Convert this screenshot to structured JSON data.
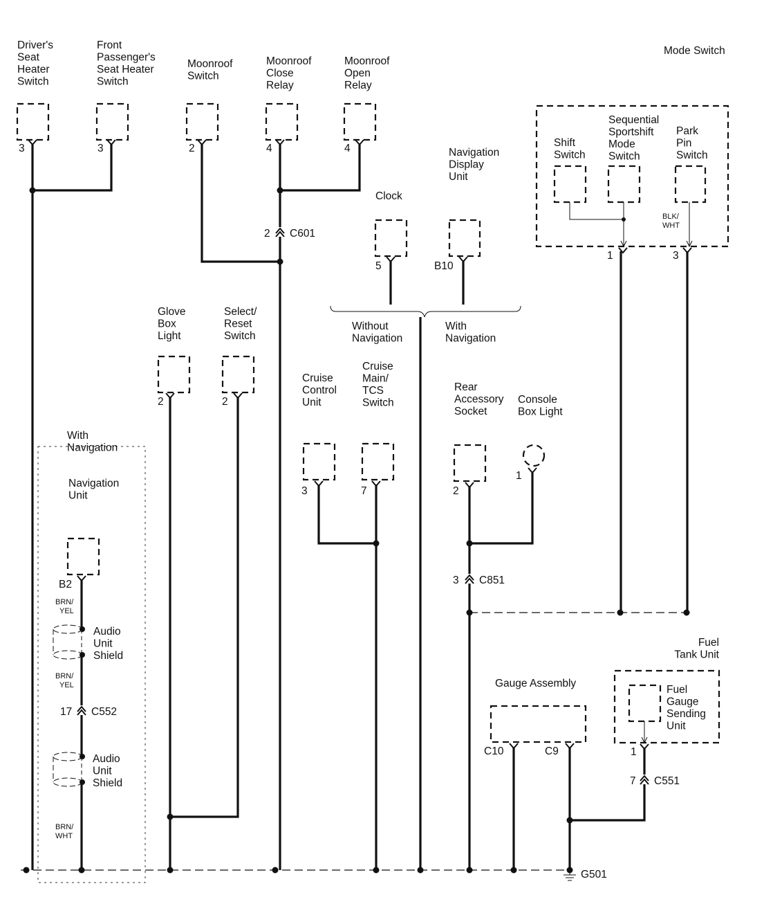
{
  "components": {
    "drivers_seat_heater_switch": {
      "label": [
        "Driver's",
        "Seat",
        "Heater",
        "Switch"
      ],
      "pin": "3"
    },
    "front_passenger_seat_heater_switch": {
      "label": [
        "Front",
        "Passenger's",
        "Seat Heater",
        "Switch"
      ],
      "pin": "3"
    },
    "moonroof_switch": {
      "label": [
        "Moonroof",
        "Switch"
      ],
      "pin": "2"
    },
    "moonroof_close_relay": {
      "label": [
        "Moonroof",
        "Close",
        "Relay"
      ],
      "pin": "4"
    },
    "moonroof_open_relay": {
      "label": [
        "Moonroof",
        "Open",
        "Relay"
      ],
      "pin": "4"
    },
    "navigation_display_unit": {
      "label": [
        "Navigation",
        "Display",
        "Unit"
      ],
      "pin": "B10"
    },
    "clock": {
      "label": [
        "Clock"
      ],
      "pin": "5"
    },
    "mode_switch": {
      "label": [
        "Mode Switch"
      ],
      "shift_switch": [
        "Shift",
        "Switch"
      ],
      "sequential_sportshift_mode_switch": [
        "Sequential",
        "Sportshift",
        "Mode",
        "Switch"
      ],
      "park_pin_switch": [
        "Park",
        "Pin",
        "Switch"
      ],
      "wire_color": [
        "BLK/",
        "WHT"
      ],
      "pins": [
        "1",
        "3"
      ]
    },
    "glove_box_light": {
      "label": [
        "Glove",
        "Box",
        "Light"
      ],
      "pin": "2"
    },
    "select_reset_switch": {
      "label": [
        "Select/",
        "Reset",
        "Switch"
      ],
      "pin": "2"
    },
    "cruise_control_unit": {
      "label": [
        "Cruise",
        "Control",
        "Unit"
      ],
      "pin": "3"
    },
    "cruise_main_tcs_switch": {
      "label": [
        "Cruise",
        "Main/",
        "TCS",
        "Switch"
      ],
      "pin": "7"
    },
    "rear_accessory_socket": {
      "label": [
        "Rear",
        "Accessory",
        "Socket"
      ],
      "pin": "2"
    },
    "console_box_light": {
      "label": [
        "Console",
        "Box Light"
      ],
      "pin": "1"
    },
    "navigation_unit": {
      "group_label": [
        "With",
        "Navigation"
      ],
      "label": [
        "Navigation",
        "Unit"
      ],
      "pin": "B2",
      "wire_colors": [
        [
          "BRN/",
          "YEL"
        ],
        [
          "BRN/",
          "YEL"
        ],
        [
          "BRN/",
          "WHT"
        ]
      ],
      "shield_label": [
        "Audio",
        "Unit",
        "Shield"
      ]
    },
    "gauge_assembly": {
      "label": [
        "Gauge Assembly"
      ],
      "pins": [
        "C10",
        "C9"
      ]
    },
    "fuel_tank_unit": {
      "label": [
        "Fuel",
        "Tank Unit"
      ],
      "inner_label": [
        "Fuel",
        "Gauge",
        "Sending",
        "Unit"
      ],
      "pin": "1"
    }
  },
  "branches": {
    "without_navigation": [
      "Without",
      "Navigation"
    ],
    "with_navigation": [
      "With",
      "Navigation"
    ]
  },
  "connectors": {
    "c601": {
      "name": "C601",
      "pin": "2"
    },
    "c851": {
      "name": "C851",
      "pin": "3"
    },
    "c552": {
      "name": "C552",
      "pin": "17"
    },
    "c551": {
      "name": "C551",
      "pin": "7"
    }
  },
  "ground": {
    "name": "G501"
  }
}
